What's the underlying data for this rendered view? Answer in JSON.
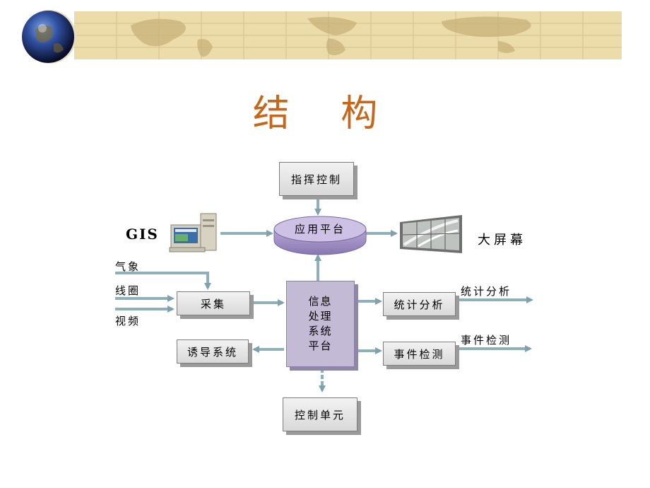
{
  "title": "结 构",
  "diagram": {
    "command_control": "指挥控制",
    "app_platform": "应用平台",
    "gis": "GIS",
    "big_screen": "大屏幕",
    "weather": "气象",
    "loop": "线圈",
    "video": "视频",
    "collection": "采集",
    "info_platform": [
      "信息",
      "处理",
      "系统",
      "平台"
    ],
    "stat_box": "统计分析",
    "stat_out": "统计分析",
    "event_box": "事件检测",
    "event_out": "事件检测",
    "guidance": "诱导系统",
    "control_unit": "控制单元"
  },
  "colors": {
    "title": "#c8661a",
    "banner": "#ecdcaa",
    "arrow": "#7fa3ac",
    "platform": "#b9a9d8"
  }
}
